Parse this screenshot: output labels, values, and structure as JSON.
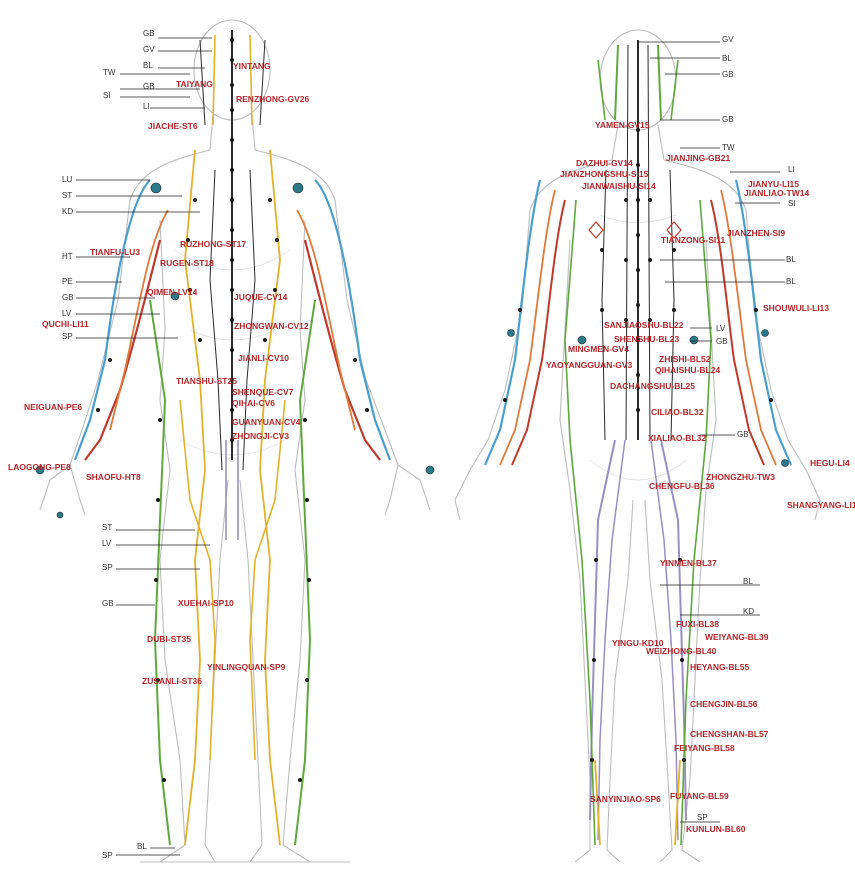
{
  "colors": {
    "GV": "#2a2a2a",
    "CV": "#2a2a2a",
    "BL": "#9a8fc4",
    "ST": "#e5b12a",
    "SP": "#e5b12a",
    "GB": "#5fa83b",
    "LV": "#5fa83b",
    "KD": "#e07a3a",
    "LU": "#4a9fd0",
    "LI": "#4a9fd0",
    "HT": "#c0392b",
    "SI": "#e07a3a",
    "PE": "#c0392b",
    "TW": "#e07a3a",
    "label": "#b5262b"
  },
  "front": {
    "meridian_labels": [
      "GB",
      "GV",
      "TW",
      "BL",
      "GB",
      "SI",
      "LI",
      "LU",
      "ST",
      "KD",
      "HT",
      "PE",
      "GB",
      "LV",
      "SP",
      "ST",
      "LV",
      "SP",
      "GB",
      "SP",
      "BL"
    ],
    "points": [
      "YINTANG",
      "TAIYANG",
      "RENZHONG-GV26",
      "JIACHE-ST6",
      "RUZHONG-ST17",
      "TIANFU-LU3",
      "RUGEN-ST18",
      "QIMEN-LV14",
      "JUQUE-CV14",
      "QUCHI-LI11",
      "ZHONGWAN-CV12",
      "JIANLI-CV10",
      "TIANSHU-ST25",
      "SHENQUE-CV7",
      "QIHAI-CV6",
      "NEIGUAN-PE6",
      "GUANYUAN-CV4",
      "ZHONGJI-CV3",
      "LAOGONG-PE8",
      "SHAOFU-HT8",
      "XUEHAI-SP10",
      "DUBI-ST35",
      "YINLINGQUAN-SP9",
      "ZUSANLI-ST36"
    ]
  },
  "back": {
    "meridian_labels": [
      "GV",
      "BL",
      "GB",
      "GB",
      "TW",
      "LI",
      "SI",
      "BL",
      "BL",
      "LV",
      "GB",
      "GB",
      "BL",
      "KD",
      "SP"
    ],
    "points": [
      "YAMEN-GV15",
      "JIANJING-GB21",
      "DAZHUI-GV14",
      "JIANZHONGSHU-SI15",
      "JIANWAISHU-SI14",
      "JIANYU-LI15",
      "JIANLIAO-TW14",
      "TIANZONG-SI11",
      "JIANZHEN-SI9",
      "SHOUWULI-LI13",
      "SANJIAOSHU-BL22",
      "SHENSHU-BL23",
      "MINGMEN-GV4",
      "ZHISHI-BL52",
      "YAOYANGGUAN-GV3",
      "QIHAISHU-BL24",
      "DACHANGSHU-BL25",
      "CILIAO-BL32",
      "XIALIAO-BL32",
      "HEGU-LI4",
      "ZHONGZHU-TW3",
      "CHENGFU-BL36",
      "SHANGYANG-LI1",
      "YINMEN-BL37",
      "FUXI-BL38",
      "WEIYANG-BL39",
      "YINGU-KD10",
      "WEIZHONG-BL40",
      "HEYANG-BL55",
      "CHENGJIN-BL56",
      "CHENGSHAN-BL57",
      "FEIYANG-BL58",
      "SANYINJIAO-SP6",
      "FUYANG-BL59",
      "KUNLUN-BL60"
    ]
  }
}
